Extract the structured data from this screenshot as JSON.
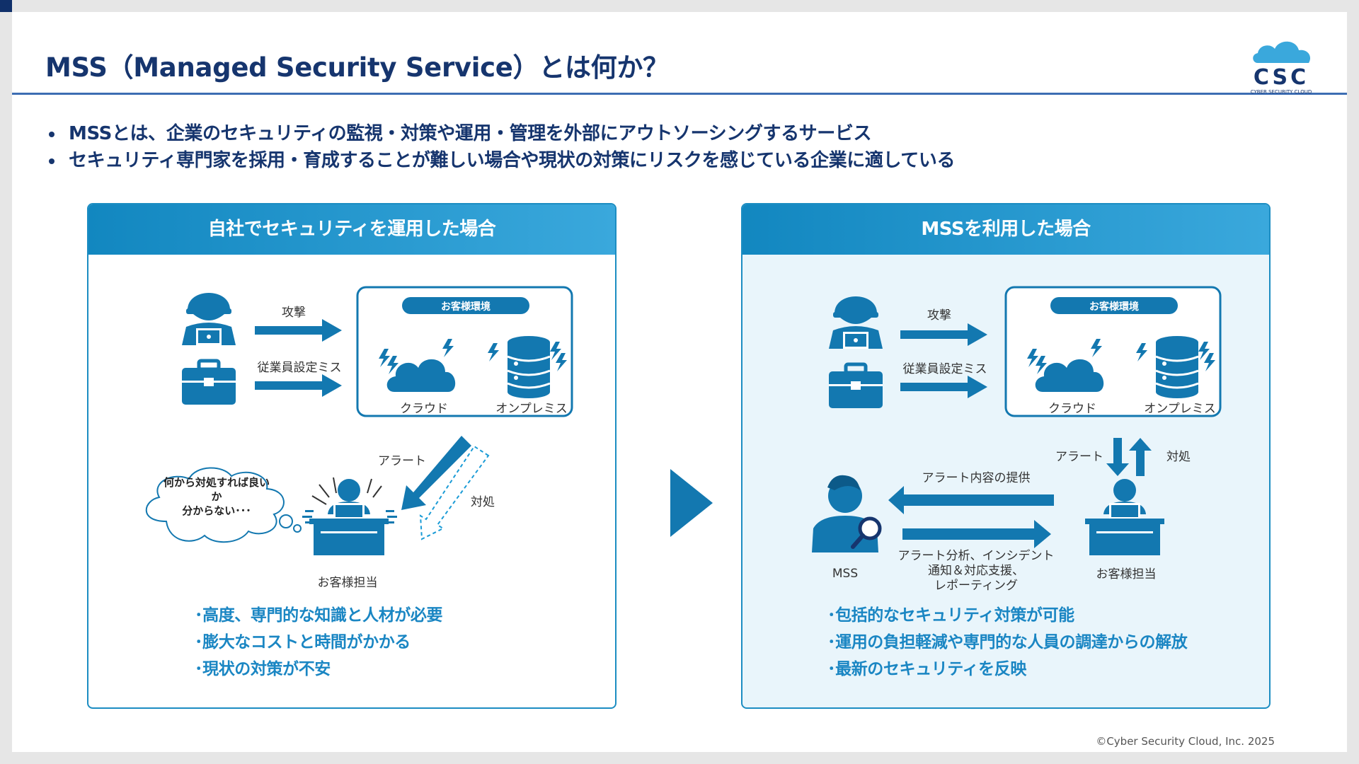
{
  "title": "MSS（Managed Security Service）とは何か？",
  "logo": {
    "text": "CSC",
    "subtext": "CYBER SECURITY CLOUD"
  },
  "bullets": [
    "MSSとは、企業のセキュリティの監視・対策や運用・管理を外部にアウトソーシングするサービス",
    "セキュリティ専門家を採用・育成することが難しい場合や現状の対策にリスクを感じている企業に適している"
  ],
  "left_panel": {
    "header": "自社でセキュリティを運用した場合",
    "attack_label": "攻撃",
    "misconfig_label": "従業員設定ミス",
    "env_label": "お客様環境",
    "cloud_label": "クラウド",
    "onprem_label": "オンプレミス",
    "alert_label": "アラート",
    "response_label": "対処",
    "thought_line1": "何から対処すれば良い",
    "thought_line2": "か",
    "thought_line3": "分からない･･･",
    "staff_label": "お客様担当",
    "points": [
      "･高度、専門的な知識と人材が必要",
      "･膨大なコストと時間がかかる",
      "･現状の対策が不安"
    ]
  },
  "right_panel": {
    "header": "MSSを利用した場合",
    "attack_label": "攻撃",
    "misconfig_label": "従業員設定ミス",
    "env_label": "お客様環境",
    "cloud_label": "クラウド",
    "onprem_label": "オンプレミス",
    "alert_label": "アラート",
    "response_label": "対処",
    "provide_label": "アラート内容の提供",
    "analysis_line1": "アラート分析、インシデント",
    "analysis_line2": "通知＆対応支援、",
    "analysis_line3": "レポーティング",
    "mss_label": "MSS",
    "staff_label": "お客様担当",
    "points": [
      "･包括的なセキュリティ対策が可能",
      "･運用の負担軽減や専門的な人員の調達からの解放",
      "･最新のセキュリティを反映"
    ]
  },
  "copyright": "©Cyber Security Cloud, Inc. 2025",
  "colors": {
    "navy": "#16356e",
    "blue": "#1a86c3",
    "icon": "#1378b0",
    "panel_bg": "#e9f5fb"
  }
}
